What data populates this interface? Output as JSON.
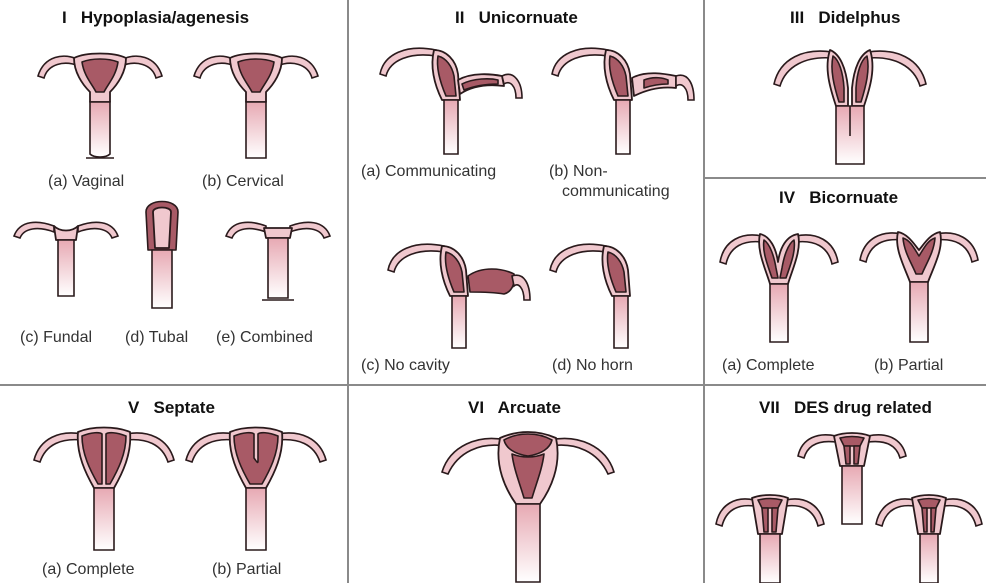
{
  "panels": [
    {
      "title": "I   Hypoplasia/agenesis",
      "labels": [
        "(a) Vaginal",
        "(b) Cervical",
        "(c) Fundal",
        "(d) Tubal",
        "(e) Combined"
      ]
    },
    {
      "title": "II   Unicornuate",
      "labels": [
        "(a) Communicating",
        "(b) Non-",
        "communicating",
        "(c) No cavity",
        "(d) No horn"
      ]
    },
    {
      "title": "III   Didelphus",
      "labels": []
    },
    {
      "title": "IV   Bicornuate",
      "labels": [
        "(a) Complete",
        "(b) Partial"
      ]
    },
    {
      "title": "V   Septate",
      "labels": [
        "(a) Complete",
        "(b) Partial"
      ]
    },
    {
      "title": "VI   Arcuate",
      "labels": []
    },
    {
      "title": "VII   DES drug related",
      "labels": []
    }
  ],
  "colors": {
    "tissue": "#f0c8ce",
    "cavity": "#a85a66",
    "divider": "#8a8a8a"
  }
}
